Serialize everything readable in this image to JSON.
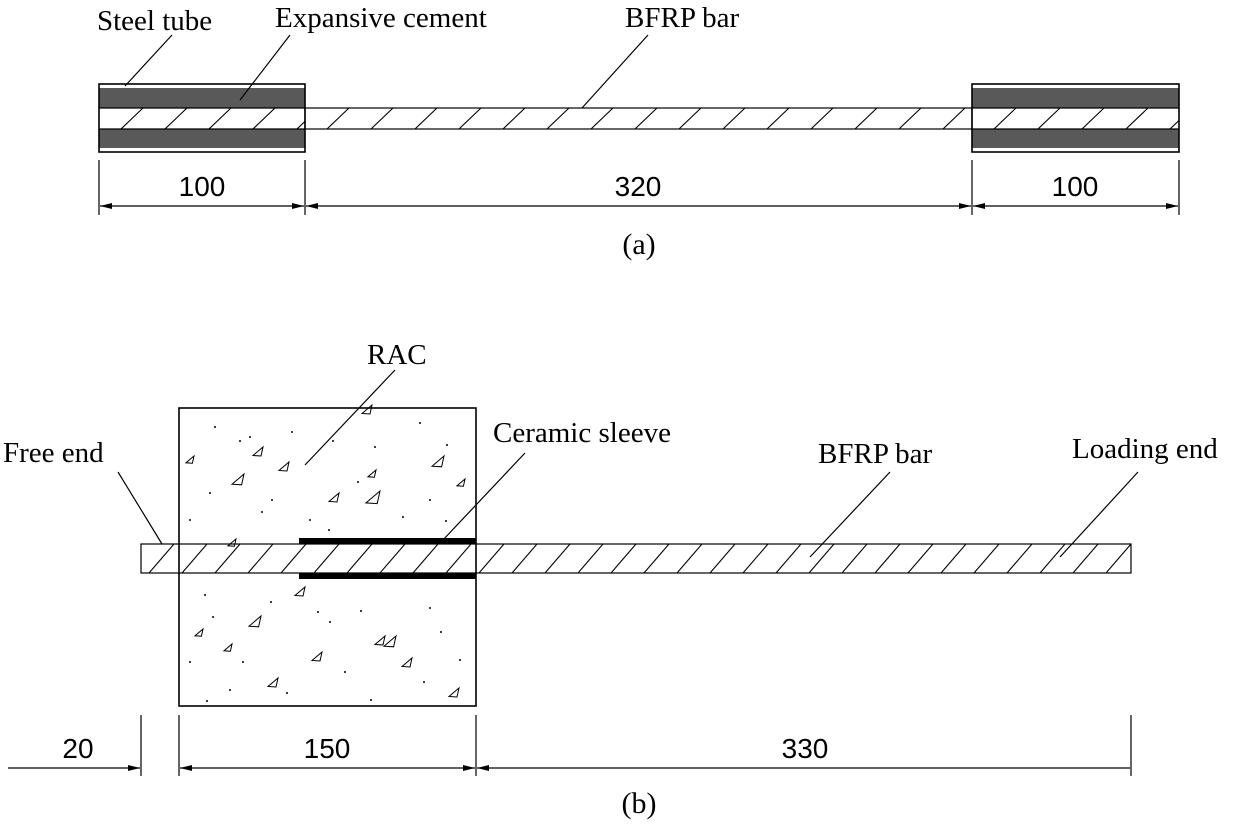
{
  "figure_a": {
    "labels": {
      "steel_tube": "Steel tube",
      "expansive_cement": "Expansive cement",
      "bfrp_bar": "BFRP bar"
    },
    "dimensions": {
      "left": "100",
      "middle": "320",
      "right": "100"
    },
    "caption": "(a)"
  },
  "figure_b": {
    "labels": {
      "rac": "RAC",
      "free_end": "Free end",
      "ceramic_sleeve": "Ceramic sleeve",
      "bfrp_bar": "BFRP bar",
      "loading_end": "Loading end"
    },
    "dimensions": {
      "first": "20",
      "second": "150",
      "third": "330"
    },
    "caption": "(b)"
  }
}
